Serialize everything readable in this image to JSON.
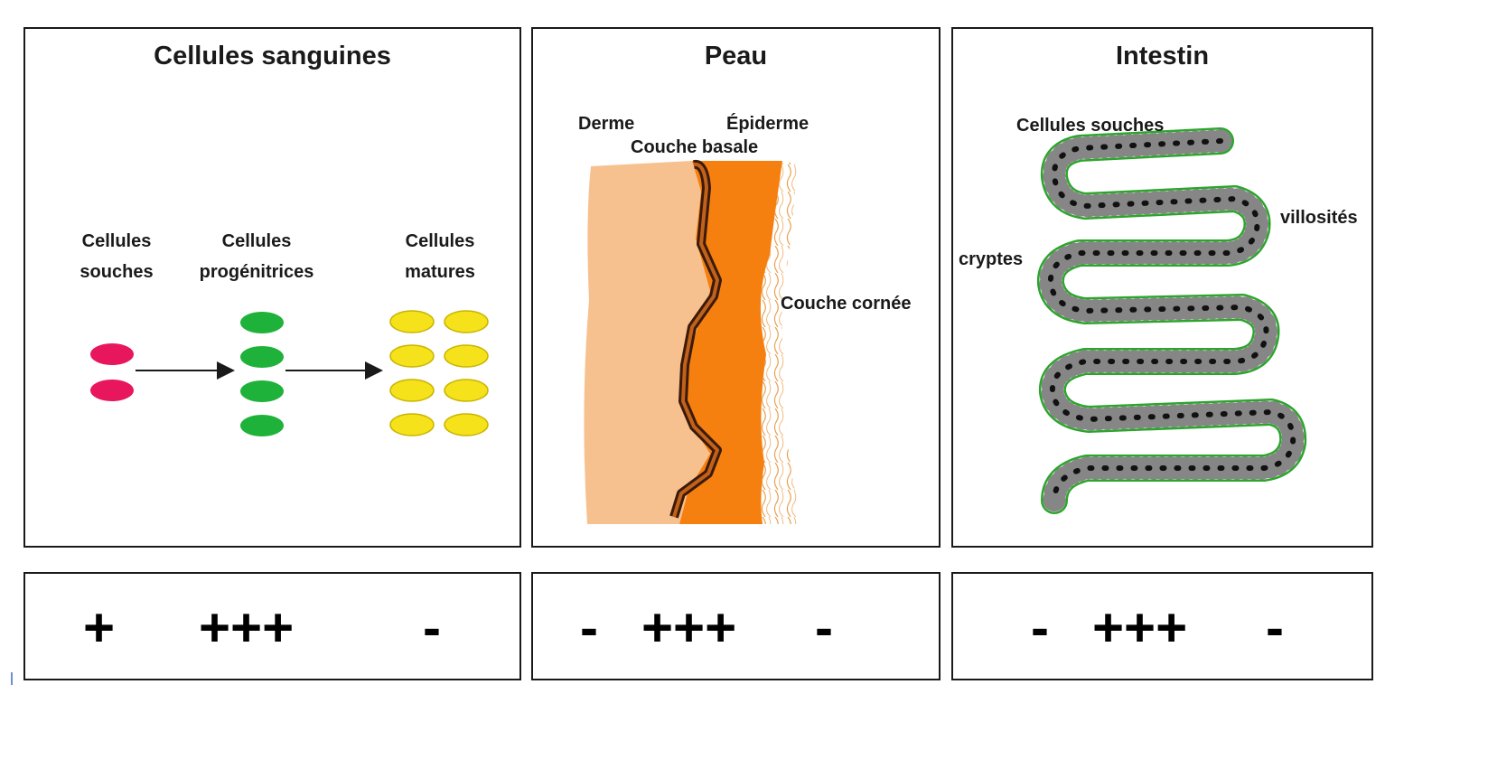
{
  "panels": [
    {
      "title": "Cellules sanguines",
      "labels": {
        "stem_line1": "Cellules",
        "stem_line2": "souches",
        "prog_line1": "Cellules",
        "prog_line2": "progénitrices",
        "mature_line1": "Cellules",
        "mature_line2": "matures"
      },
      "cells": {
        "stem_count": 2,
        "progenitor_count": 4,
        "mature_rows": 4,
        "mature_cols": 2
      },
      "colors": {
        "stem": "#e8175d",
        "progenitor": "#1fb23a",
        "mature": "#f5e21b"
      }
    },
    {
      "title": "Peau",
      "labels": {
        "derme": "Derme",
        "epiderme": "Épiderme",
        "couche_basale": "Couche basale",
        "couche_cornee": "Couche cornée"
      },
      "colors": {
        "derme": "#f7c08f",
        "epiderme": "#f5800f",
        "basal": "#5a2a12",
        "cornee": "#e8a050"
      }
    },
    {
      "title": "Intestin",
      "labels": {
        "cellules_souches": "Cellules souches",
        "villosites": "villosités",
        "cryptes": "cryptes"
      },
      "colors": {
        "epithelium": "#2da52d"
      }
    }
  ],
  "scores": [
    {
      "stem": "+",
      "progenitor": "+++",
      "mature": "-"
    },
    {
      "stem": "-",
      "progenitor": "+++",
      "mature": "-"
    },
    {
      "stem": "-",
      "progenitor": "+++",
      "mature": "-"
    }
  ]
}
